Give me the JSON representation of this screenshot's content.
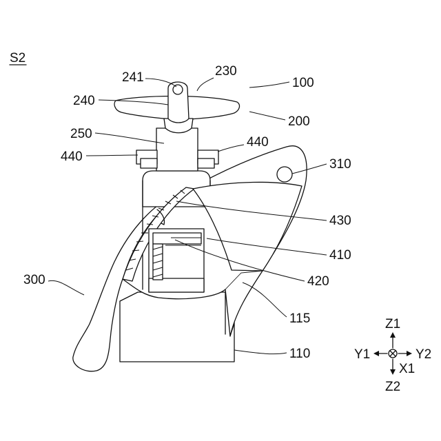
{
  "figure": {
    "id": "S2",
    "callouts": {
      "c241": "241",
      "c230": "230",
      "c100": "100",
      "c240": "240",
      "c200": "200",
      "c250": "250",
      "c440a": "440",
      "c440b": "440",
      "c310": "310",
      "c430": "430",
      "c410": "410",
      "c300": "300",
      "c420": "420",
      "c115": "115",
      "c110": "110"
    },
    "axes": {
      "up": "Z1",
      "down": "Z2",
      "left": "Y1",
      "right": "Y2",
      "depth": "X1"
    }
  }
}
